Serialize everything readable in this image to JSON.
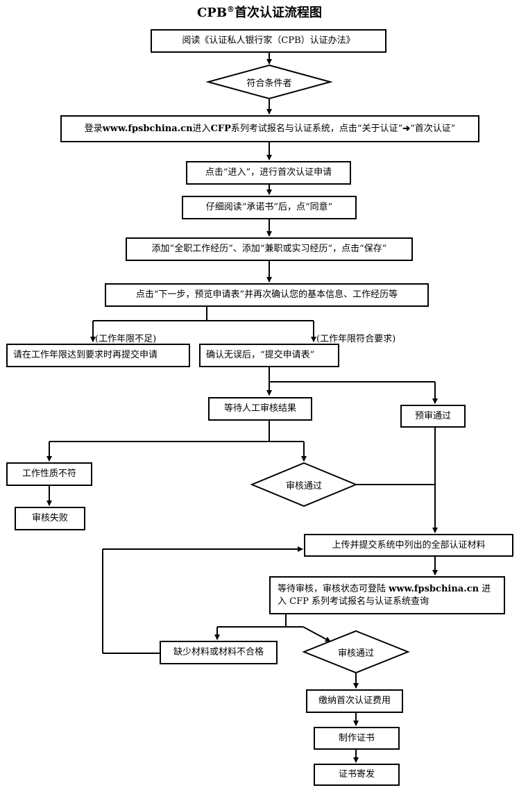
{
  "title": {
    "prefix": "CPB",
    "reg": "®",
    "suffix": "首次认证流程图"
  },
  "nodes": {
    "read_rules": "阅读《认证私人银行家（CPB）认证办法》",
    "eligible": "符合条件者",
    "login": {
      "part1": "登录 ",
      "site": "www.fpsbchina.cn",
      "part2": " 进入 ",
      "cfp": "CFP",
      "part3": " 系列考试报名与认证系统，点击“关于认证”",
      "arrow": "➔",
      "part4": "“首次认证”"
    },
    "enter": "点击“进入”，进行首次认证申请",
    "promise": "仔细阅读“承诺书”后，点“同意”",
    "add_exp": "添加“全职工作经历”、添加“兼职或实习经历”，点击“保存”",
    "next_step": "点击“下一步，预览申请表”并再次确认您的基本信息、工作经历等",
    "reapply": "请在工作年限达到要求时再提交申请",
    "submit": "确认无误后，“提交申请表”",
    "wait_review": "等待人工审核结果",
    "pre_pass": "预审通过",
    "mismatch": "工作性质不符",
    "fail": "审核失败",
    "review_pass_1": "审核通过",
    "upload": "上传并提交系统中列出的全部认证材料",
    "wait_status": {
      "part1": "等待审核，审核状态可登陆 ",
      "site": "www.fpsbchina.cn",
      "part2": " 进入 CFP 系列考试报名与认证系统查询"
    },
    "missing": "缺少材料或材料不合格",
    "review_pass_2": "审核通过",
    "pay": "缴纳首次认证费用",
    "make_cert": "制作证书",
    "mail_cert": "证书寄发"
  },
  "branch_labels": {
    "insufficient": "(工作年限不足)",
    "qualified": "(工作年限符合要求)"
  }
}
